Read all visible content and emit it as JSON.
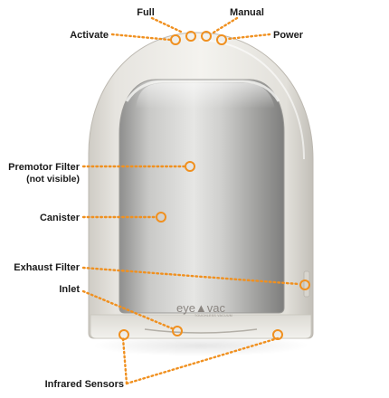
{
  "colors": {
    "accent": "#f0901f",
    "label_text": "#1a1a1a",
    "device_shell": "#ecebe6",
    "device_shadow": "#c9c6bf",
    "window_metal": "#b8b8b6"
  },
  "labels": {
    "full": "Full",
    "manual": "Manual",
    "activate": "Activate",
    "power": "Power",
    "premotor_filter": "Premotor Filter",
    "premotor_filter_note": "(not visible)",
    "canister": "Canister",
    "exhaust_filter": "Exhaust Filter",
    "inlet": "Inlet",
    "infrared_sensors": "Infrared Sensors"
  },
  "brand": {
    "logo_text": "eye▲vac",
    "tagline": "TOUCHLESS VACUUM"
  }
}
